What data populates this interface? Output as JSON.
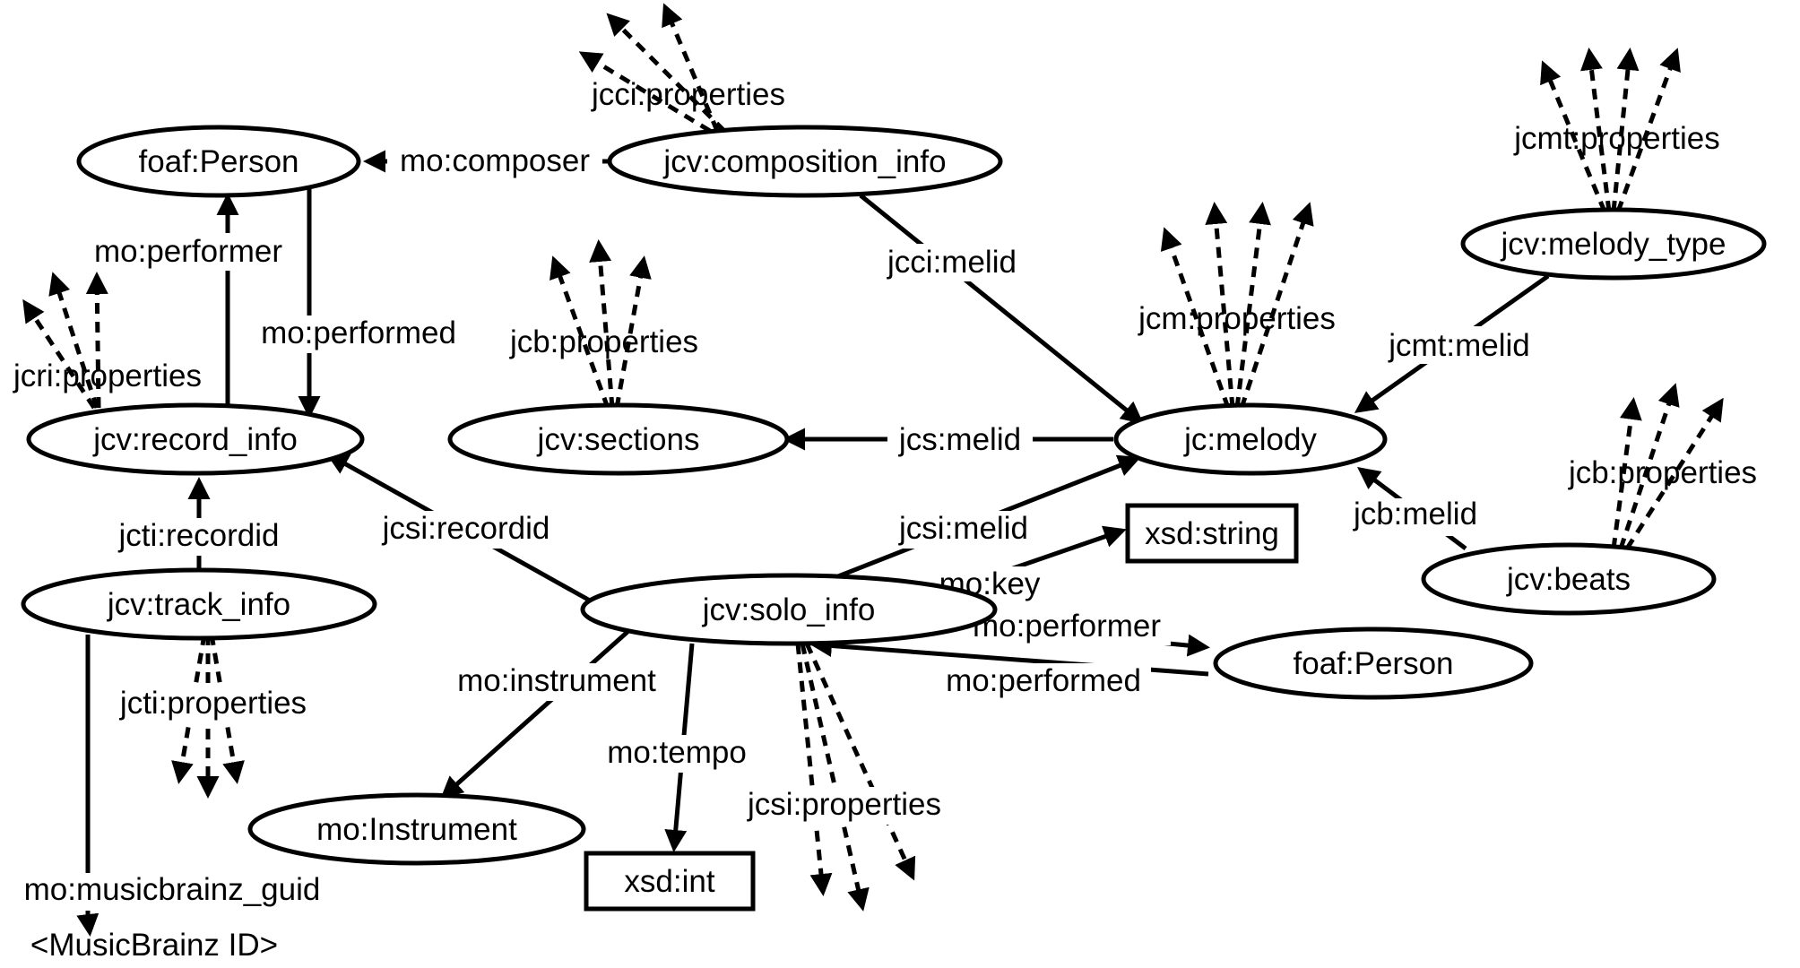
{
  "diagram": {
    "nodes": {
      "person_top": "foaf:Person",
      "composition_info": "jcv:composition_info",
      "melody_type": "jcv:melody_type",
      "record_info": "jcv:record_info",
      "sections": "jcv:sections",
      "melody": "jc:melody",
      "xsd_string": "xsd:string",
      "beats": "jcv:beats",
      "track_info": "jcv:track_info",
      "solo_info": "jcv:solo_info",
      "person_right": "foaf:Person",
      "instrument": "mo:Instrument",
      "xsd_int": "xsd:int",
      "musicbrainz_id": "<MusicBrainz ID>"
    },
    "edges": {
      "composer": "mo:composer",
      "cci_melid": "jcci:melid",
      "cci_properties": "jcci:properties",
      "cmt_properties": "jcmt:properties",
      "cmt_melid": "jcmt:melid",
      "performer_top": "mo:performer",
      "performed_top": "mo:performed",
      "cri_properties": "jcri:properties",
      "cb_properties_sections": "jcb:properties",
      "cm_properties": "jcm:properties",
      "cs_melid": "jcs:melid",
      "cb_properties_beats": "jcb:properties",
      "cb_melid": "jcb:melid",
      "cti_recordid": "jcti:recordid",
      "csi_recordid": "jcsi:recordid",
      "csi_melid": "jcsi:melid",
      "key": "mo:key",
      "performer_solo": "mo:performer",
      "performed_solo": "mo:performed",
      "instrument": "mo:instrument",
      "tempo": "mo:tempo",
      "cti_properties": "jcti:properties",
      "csi_properties": "jcsi:properties",
      "musicbrainz_guid": "mo:musicbrainz_guid"
    }
  }
}
